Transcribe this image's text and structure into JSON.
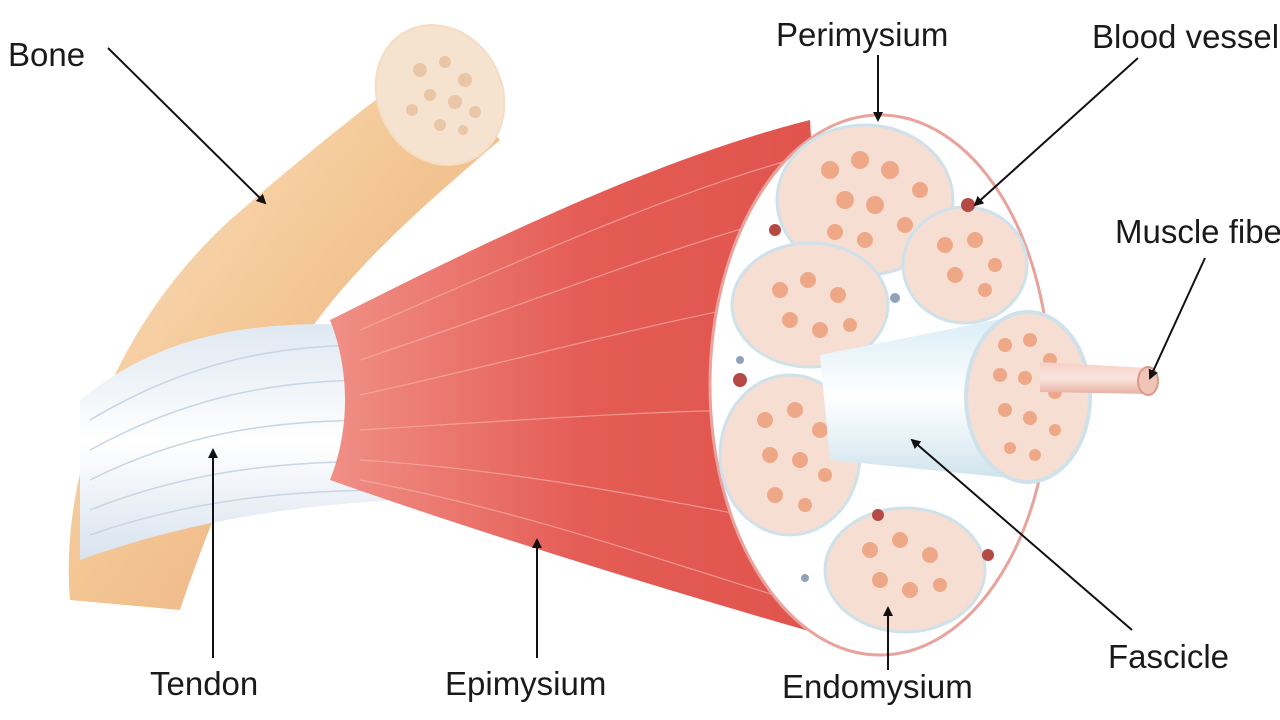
{
  "diagram": {
    "labels": {
      "bone": "Bone",
      "perimysium": "Perimysium",
      "blood_vessel": "Blood vessel",
      "muscle_fiber": "Muscle fiber",
      "tendon": "Tendon",
      "epimysium": "Epimysium",
      "endomysium": "Endomysium",
      "fascicle": "Fascicle"
    },
    "colors": {
      "background": "#ffffff",
      "bone": "#f2c79a",
      "bone_marrow": "#f6e3cf",
      "tendon": "#eef3f8",
      "muscle": "#e45c55",
      "muscle_light": "#f2948a",
      "fascicle_fill": "#f7ded2",
      "fiber": "#efa887",
      "perimysium": "#ffffff",
      "endomysium_sheath": "#e6f1f6",
      "vessel": "#b54a45",
      "arrow": "#111111",
      "label": "#1a1a1a"
    }
  }
}
